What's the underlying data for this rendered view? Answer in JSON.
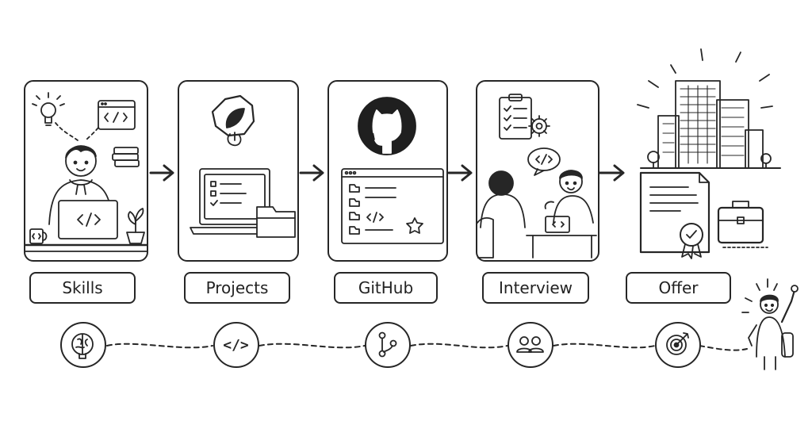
{
  "steps": [
    {
      "label": "Skills",
      "icon": "brain-icon"
    },
    {
      "label": "Projects",
      "icon": "code-icon"
    },
    {
      "label": "GitHub",
      "icon": "git-branch-icon"
    },
    {
      "label": "Interview",
      "icon": "people-icon"
    },
    {
      "label": "Offer",
      "icon": "target-icon"
    }
  ],
  "illustrations": [
    "developer-at-laptop",
    "project-laptop-with-folder",
    "github-repository-window",
    "interview-conversation",
    "office-building-and-offer-letter"
  ],
  "code_tag": "</>",
  "accent_color": "#262626"
}
